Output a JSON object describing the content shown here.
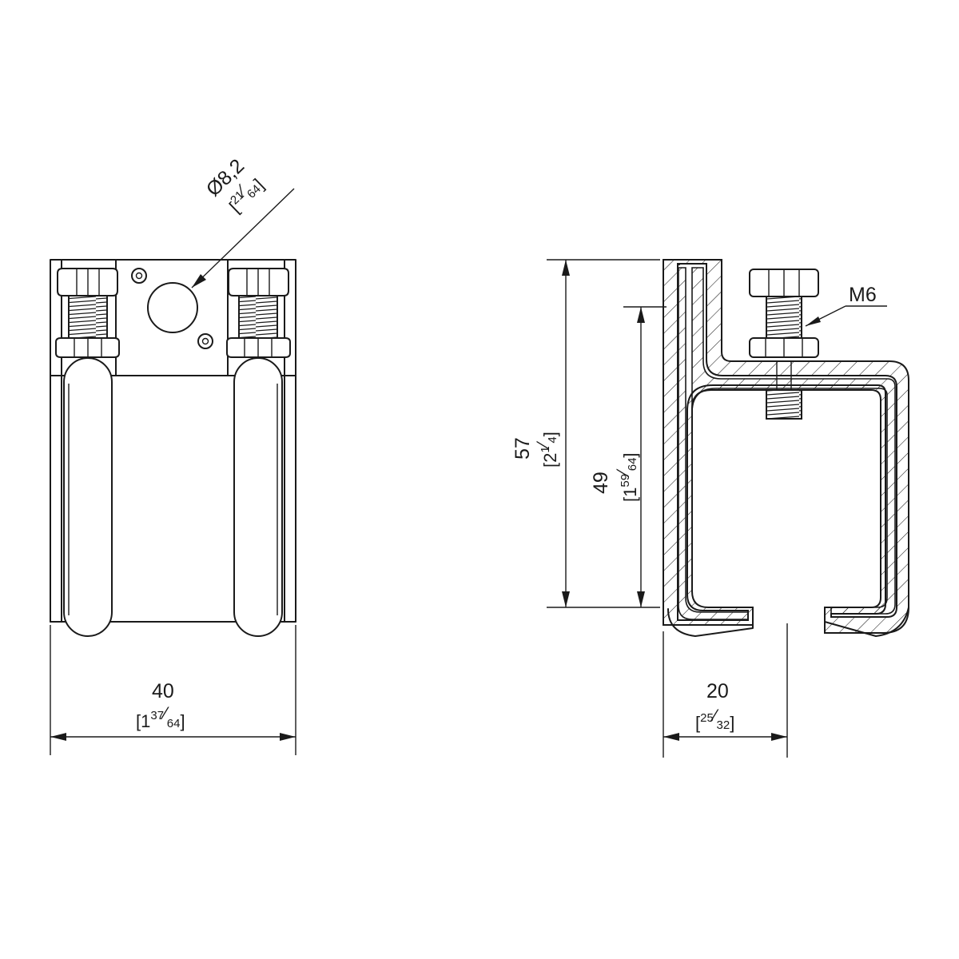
{
  "dimensions": {
    "width_left": {
      "value": "40",
      "bracket_open": "[",
      "whole": "1",
      "num": "37",
      "den": "64",
      "bracket_close": "]"
    },
    "hole_diameter": {
      "value": "Ø8,2",
      "bracket_open": "[",
      "num": "21",
      "den": "64",
      "bracket_close": "]"
    },
    "overall_height": {
      "value": "57",
      "bracket_open": "[",
      "whole": "2",
      "num": "1",
      "den": "4",
      "bracket_close": "]"
    },
    "inner_height": {
      "value": "49",
      "bracket_open": "[",
      "whole": "1",
      "num": "59",
      "den": "64",
      "bracket_close": "]"
    },
    "slot_offset": {
      "value": "20",
      "bracket_open": "[",
      "num": "25",
      "den": "32",
      "bracket_close": "]"
    },
    "bolt_thread": {
      "value": "M6"
    }
  },
  "colors": {
    "line": "#1a1a1a",
    "paper": "#ffffff"
  }
}
